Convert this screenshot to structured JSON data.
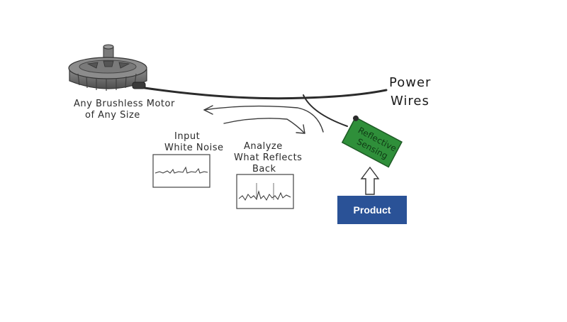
{
  "labels": {
    "motor_line1": "Any Brushless Motor",
    "motor_line2": "of Any Size",
    "power_line1": "Power",
    "power_line2": "Wires",
    "input_line1": "Input",
    "input_line2": "White Noise",
    "analyze_line1": "Analyze",
    "analyze_line2": "What Reflects",
    "analyze_line3": "Back",
    "sensor_line1": "Reflective",
    "sensor_line2": "Sensing",
    "product": "Product"
  },
  "colors": {
    "board": "#2f8f3a",
    "product": "#2a5297",
    "motor": "#6e6e6e",
    "ink": "#2a2a2a"
  }
}
